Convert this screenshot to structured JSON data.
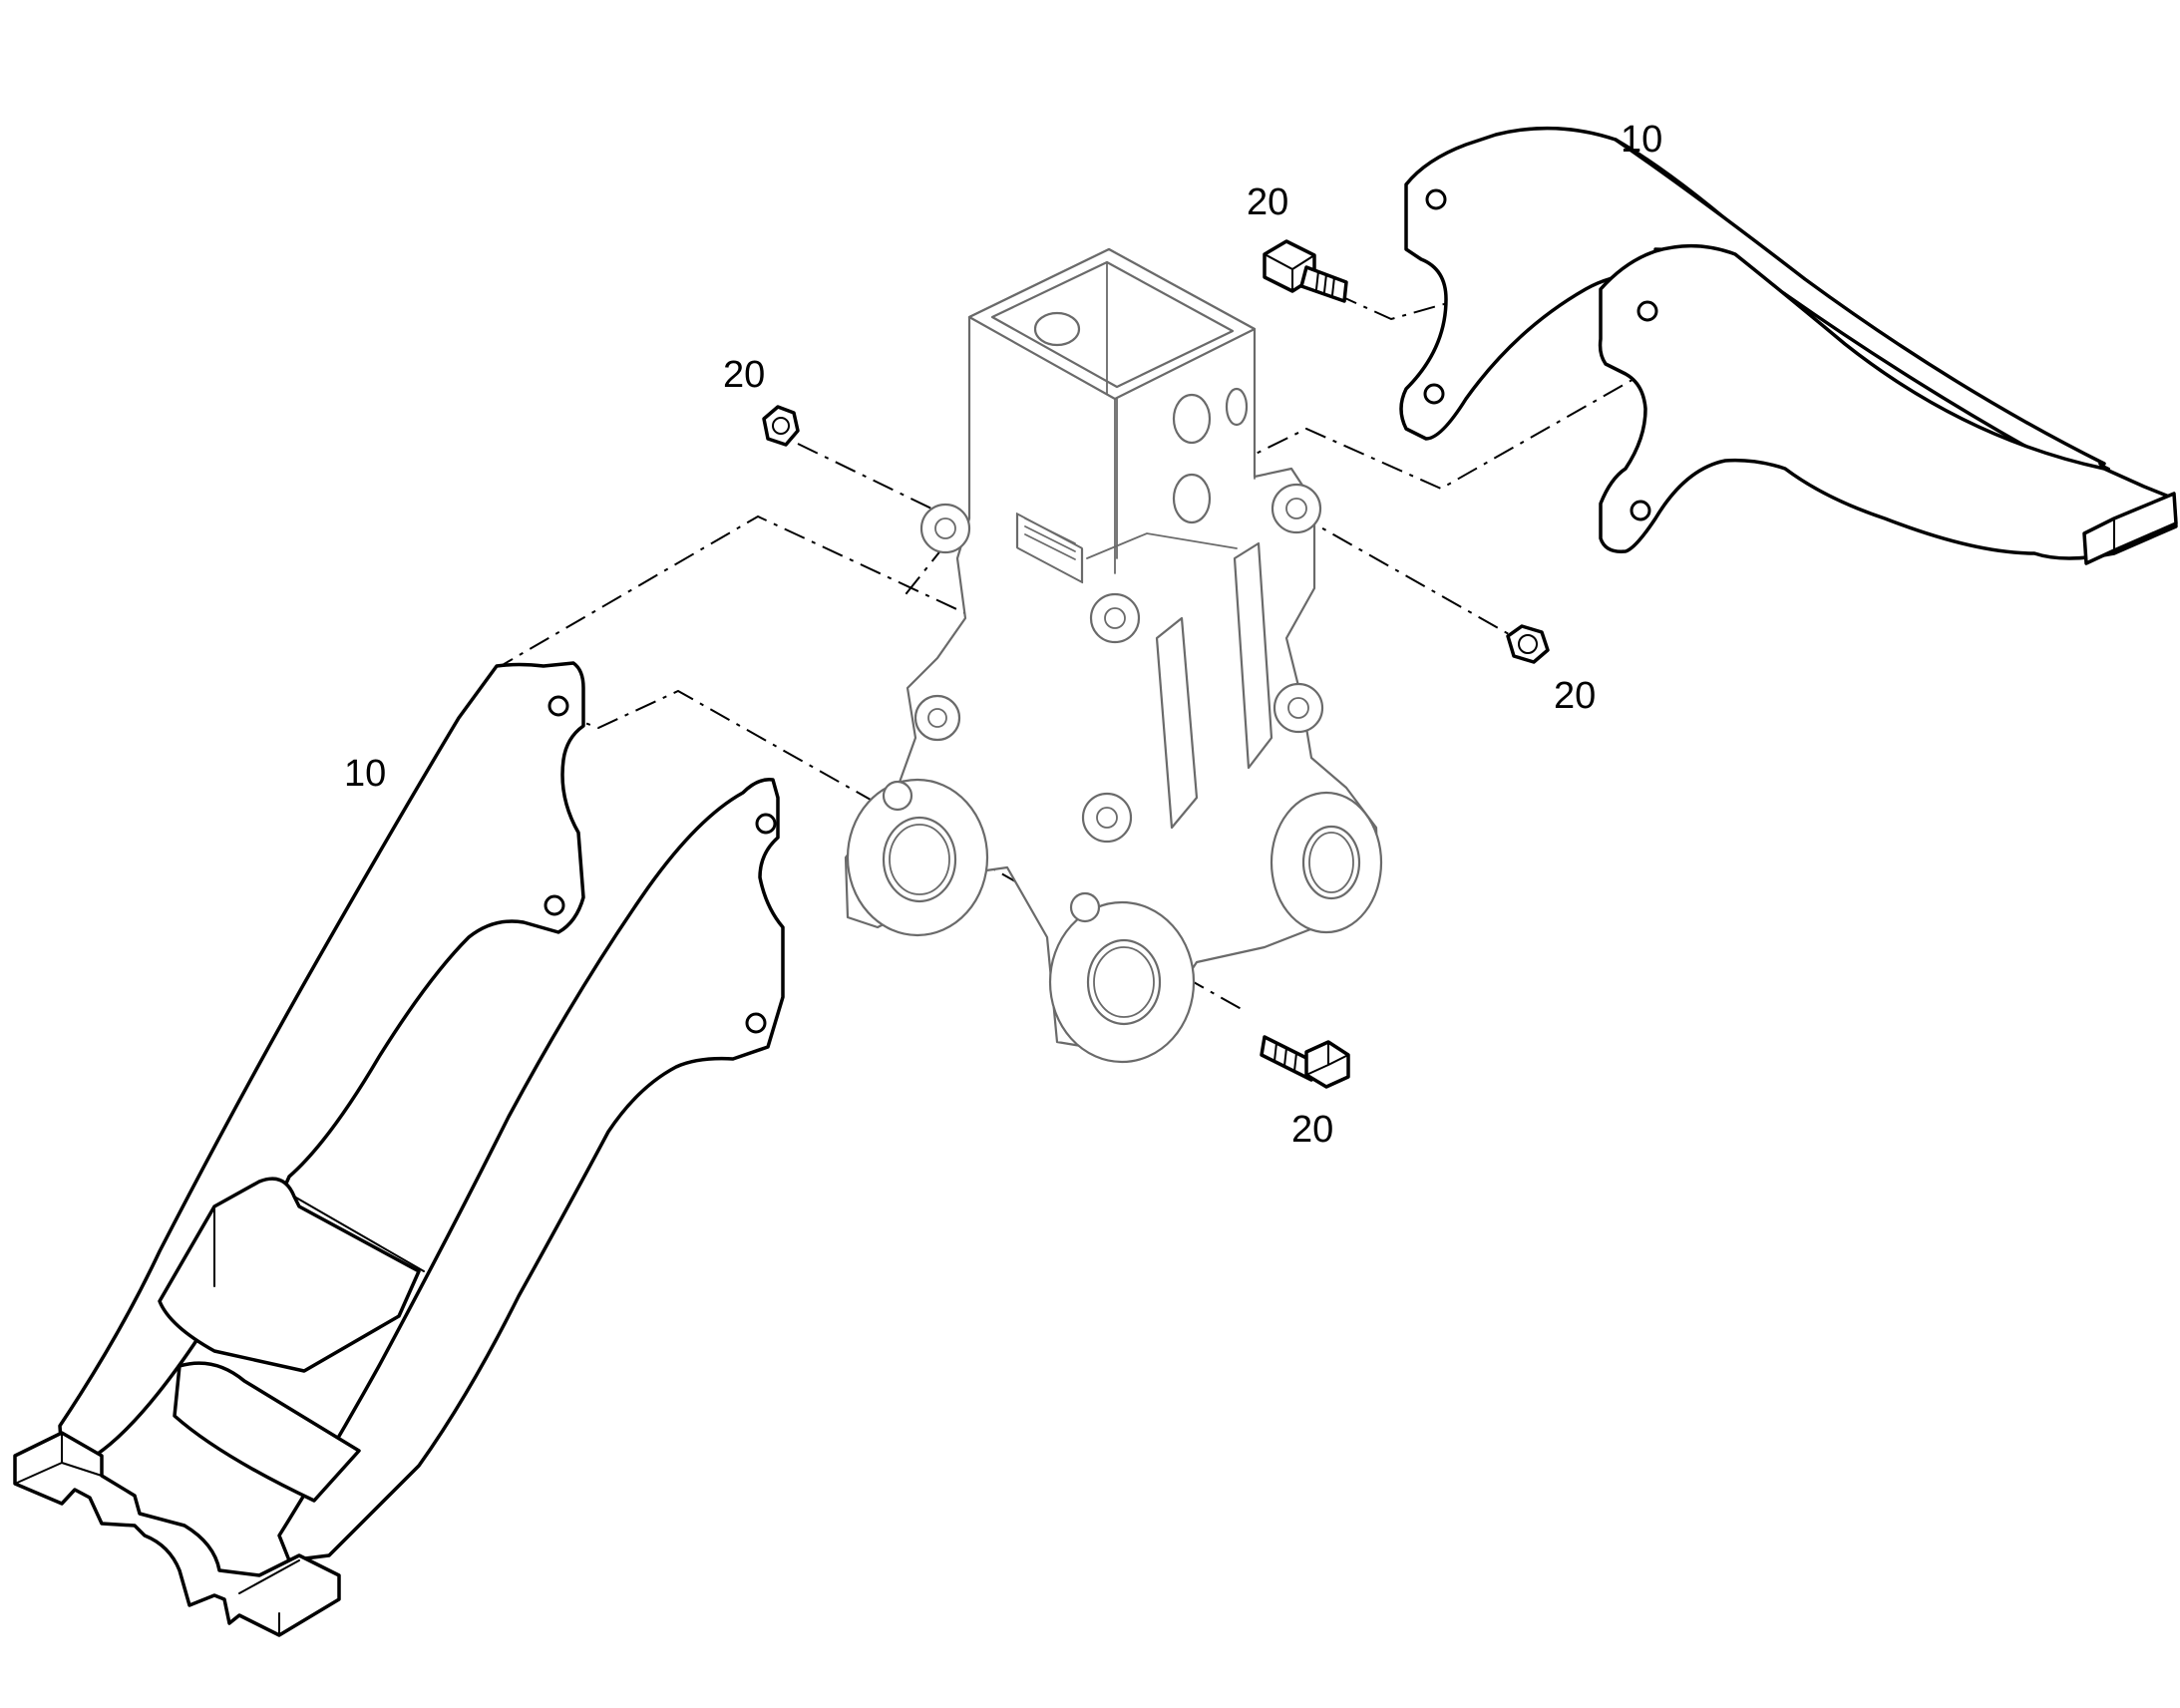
{
  "callouts": {
    "arm_upper": "10",
    "arm_lower": "10",
    "bolt_upper": "20",
    "nut_left": "20",
    "nut_right": "20",
    "bolt_lower": "20"
  }
}
